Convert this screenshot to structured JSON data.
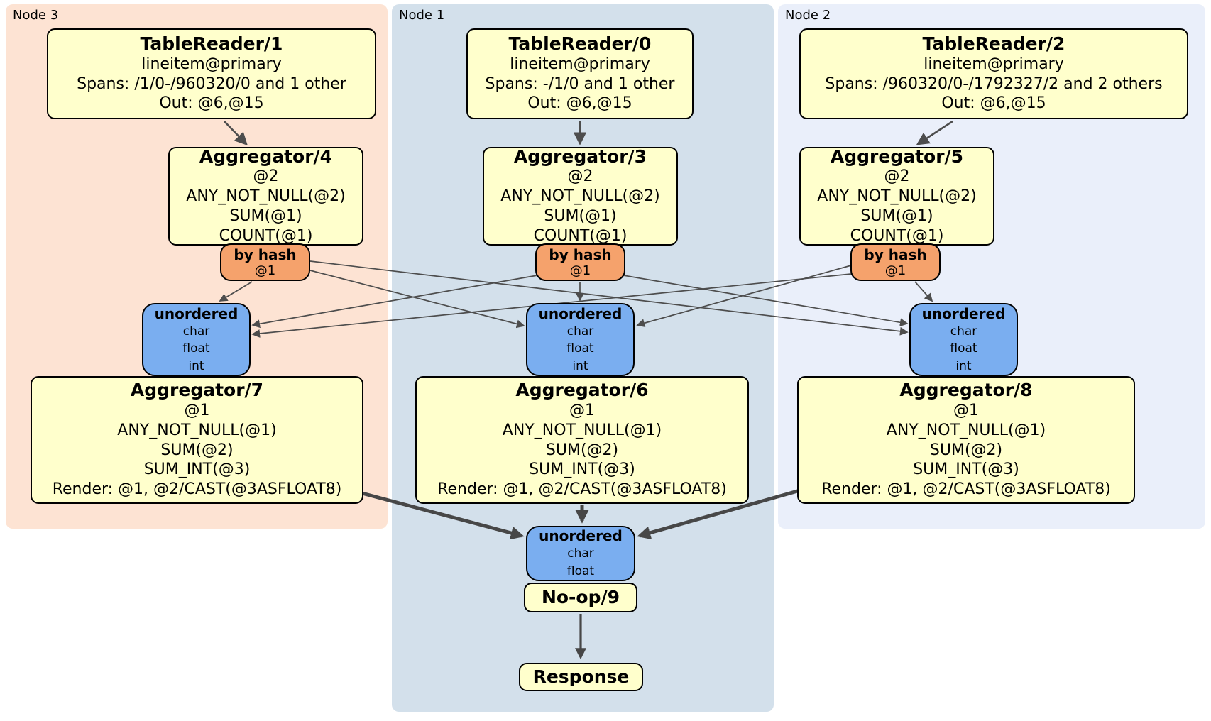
{
  "regions": [
    {
      "label": "Node 3"
    },
    {
      "label": "Node 1"
    },
    {
      "label": "Node 2"
    }
  ],
  "readers": [
    {
      "title": "TableReader/1",
      "table": "lineitem@primary",
      "spans": "Spans: /1/0-/960320/0 and 1 other",
      "out": "Out: @6,@15"
    },
    {
      "title": "TableReader/0",
      "table": "lineitem@primary",
      "spans": "Spans: -/1/0 and 1 other",
      "out": "Out: @6,@15"
    },
    {
      "title": "TableReader/2",
      "table": "lineitem@primary",
      "spans": "Spans: /960320/0-/1792327/2 and 2 others",
      "out": "Out: @6,@15"
    }
  ],
  "stage1_aggregators": [
    {
      "title": "Aggregator/4",
      "group_by": "@2",
      "fns": [
        "ANY_NOT_NULL(@2)",
        "SUM(@1)",
        "COUNT(@1)"
      ]
    },
    {
      "title": "Aggregator/3",
      "group_by": "@2",
      "fns": [
        "ANY_NOT_NULL(@2)",
        "SUM(@1)",
        "COUNT(@1)"
      ]
    },
    {
      "title": "Aggregator/5",
      "group_by": "@2",
      "fns": [
        "ANY_NOT_NULL(@2)",
        "SUM(@1)",
        "COUNT(@1)"
      ]
    }
  ],
  "routers": [
    {
      "title": "by hash",
      "key": "@1"
    },
    {
      "title": "by hash",
      "key": "@1"
    },
    {
      "title": "by hash",
      "key": "@1"
    }
  ],
  "syncs": [
    {
      "title": "unordered",
      "types": [
        "char",
        "float",
        "int"
      ]
    },
    {
      "title": "unordered",
      "types": [
        "char",
        "float",
        "int"
      ]
    },
    {
      "title": "unordered",
      "types": [
        "char",
        "float",
        "int"
      ]
    }
  ],
  "stage2_aggregators": [
    {
      "title": "Aggregator/7",
      "group_by": "@1",
      "fns": [
        "ANY_NOT_NULL(@1)",
        "SUM(@2)",
        "SUM_INT(@3)"
      ],
      "render": "Render: @1, @2/CAST(@3ASFLOAT8)"
    },
    {
      "title": "Aggregator/6",
      "group_by": "@1",
      "fns": [
        "ANY_NOT_NULL(@1)",
        "SUM(@2)",
        "SUM_INT(@3)"
      ],
      "render": "Render: @1, @2/CAST(@3ASFLOAT8)"
    },
    {
      "title": "Aggregator/8",
      "group_by": "@1",
      "fns": [
        "ANY_NOT_NULL(@1)",
        "SUM(@2)",
        "SUM_INT(@3)"
      ],
      "render": "Render: @1, @2/CAST(@3ASFLOAT8)"
    }
  ],
  "final_sync": {
    "title": "unordered",
    "types": [
      "char",
      "float"
    ]
  },
  "noop": {
    "title": "No-op/9"
  },
  "response": {
    "title": "Response"
  },
  "colors": {
    "node3_bg": "#fde3d3",
    "node1_bg": "#d3e0eb",
    "node2_bg": "#eaeffa",
    "box_fill": "#ffffcc",
    "router_fill": "#f5a26c",
    "sync_fill": "#7aaef0",
    "edge": "#4d4d4d"
  }
}
